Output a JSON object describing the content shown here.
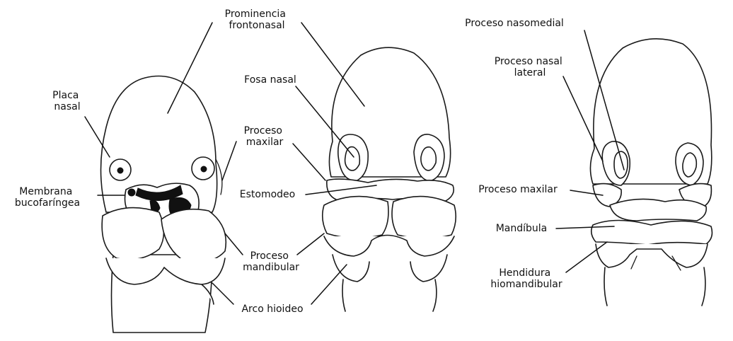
{
  "labels": {
    "prominencia": [
      "Prominencia",
      "frontonasal"
    ],
    "placa": [
      "Placa",
      "nasal"
    ],
    "membrana": [
      "Membrana",
      "bucofaríngea"
    ],
    "fosa": [
      "Fosa nasal"
    ],
    "maxilar_mid": [
      "Proceso",
      "maxilar"
    ],
    "estomodeo": [
      "Estomodeo"
    ],
    "mandibular_mid": [
      "Proceso",
      "mandibular"
    ],
    "hioideo": [
      "Arco hioideo"
    ],
    "nasomedial": [
      "Proceso nasomedial"
    ],
    "nasal_lateral": [
      "Proceso nasal",
      "lateral"
    ],
    "maxilar_right": [
      "Proceso maxilar"
    ],
    "mandibula": [
      "Mandíbula"
    ],
    "hendidura": [
      "Hendidura",
      "hiomandibular"
    ]
  },
  "colors": {
    "ink": "#111111",
    "background": "#ffffff"
  }
}
